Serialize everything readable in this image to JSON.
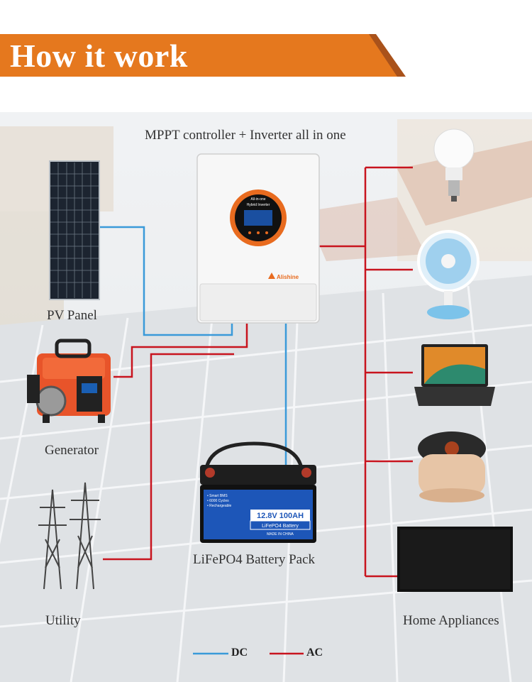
{
  "header": {
    "title": "How it work",
    "band_color": "#E5781E",
    "band_shadow": "#A9521B"
  },
  "inverter": {
    "caption": "MPPT controller + Inverter all in one",
    "display_line1": "All-in-one",
    "display_line2": "Hybrid Inverter",
    "brand": "Alishine",
    "ring_color": "#E86B1F"
  },
  "sources": {
    "pv": "PV Panel",
    "generator": "Generator",
    "utility": "Utility"
  },
  "battery": {
    "label": "LiFePO4 Battery Pack",
    "rating": "12.8V 100AH",
    "type": "LiFePO4 Battery",
    "features": [
      "Smart BMS",
      "6000 Cycles",
      "Rechargeable"
    ],
    "made_in": "MADE IN CHINA"
  },
  "appliances": {
    "label": "Home Appliances",
    "items": [
      "light-bulb",
      "fan",
      "laptop",
      "rice-cooker",
      "television"
    ]
  },
  "legend": {
    "dc_label": "DC",
    "dc_color": "#3A9AD9",
    "ac_label": "AC",
    "ac_color": "#C8141E"
  }
}
